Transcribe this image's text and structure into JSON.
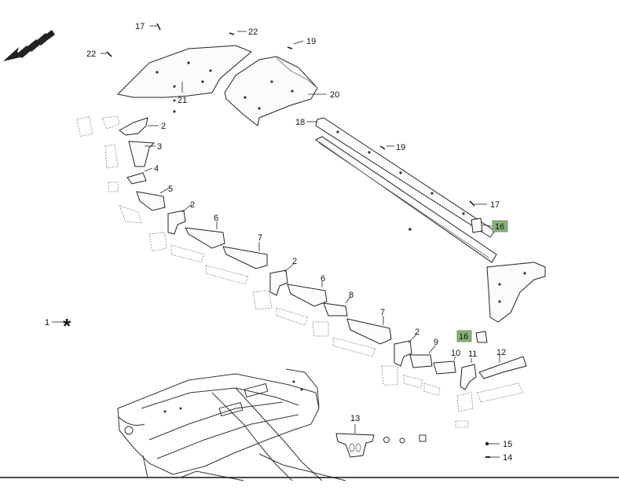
{
  "diagram": {
    "direction_arrow": "front-direction-arrow-icon",
    "asterisk_symbol": "*",
    "highlight_color": "#8ab27a",
    "callouts": {
      "c1": "1",
      "c2a": "2",
      "c2b": "2",
      "c2c": "2",
      "c2d": "2",
      "c3": "3",
      "c4": "4",
      "c5": "5",
      "c6a": "6",
      "c6b": "6",
      "c7a": "7",
      "c7b": "7",
      "c8": "8",
      "c9": "9",
      "c10": "10",
      "c11": "11",
      "c12": "12",
      "c13": "13",
      "c14": "14",
      "c15": "15",
      "c16a": "16",
      "c16b": "16",
      "c17a": "17",
      "c17b": "17",
      "c18": "18",
      "c19a": "19",
      "c19b": "19",
      "c20": "20",
      "c21": "21",
      "c22a": "22",
      "c22b": "22"
    }
  }
}
